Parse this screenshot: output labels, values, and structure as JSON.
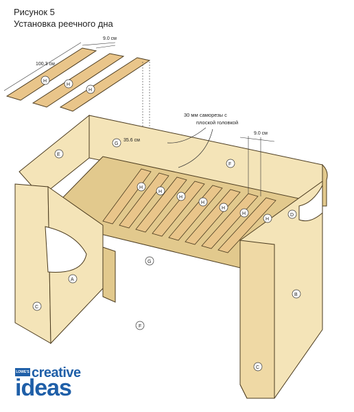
{
  "figure": {
    "title": "Рисунок 5",
    "subtitle": "Установка реечного дна"
  },
  "dimensions": {
    "slat_length": "100.3 см",
    "slat_width": "9.0 см",
    "rail_gap": "35.6 см",
    "slat_spacing": "9.0 см"
  },
  "annotation": {
    "screws_line1": "30 мм саморезы с",
    "screws_line2": "плоской головкой"
  },
  "part_labels": {
    "A": "A",
    "B": "B",
    "C": "C",
    "D": "D",
    "E": "E",
    "F": "F",
    "G": "G",
    "H": "H"
  },
  "logo": {
    "brand": "LOWE'S",
    "line1": "creative",
    "line2": "ideas"
  },
  "colors": {
    "wood": "#f4e4b8",
    "wood_dark": "#e2c98d",
    "slat": "#e9c58a",
    "outline": "#4a3a1e",
    "logo_blue": "#1f5fa8"
  }
}
